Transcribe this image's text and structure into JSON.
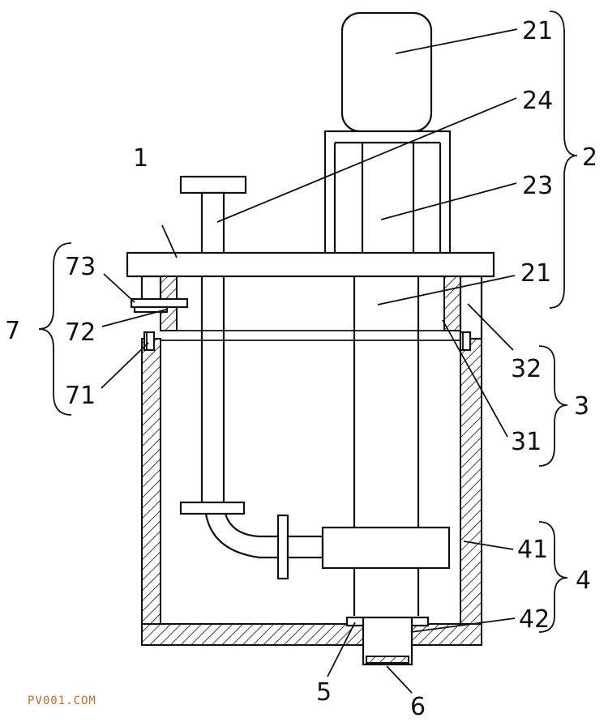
{
  "diagram": {
    "labels": {
      "motor_top": "21",
      "connector_24": "24",
      "group_2": "2",
      "frame_23": "23",
      "top_plate_1": "1",
      "shaft_21": "21",
      "part_73": "73",
      "group_7": "7",
      "part_72": "72",
      "part_71": "71",
      "part_32": "32",
      "group_3": "3",
      "part_31": "31",
      "part_41": "41",
      "group_4": "4",
      "part_42": "42",
      "part_5": "5",
      "part_6": "6"
    },
    "watermark": "PV001.COM"
  }
}
